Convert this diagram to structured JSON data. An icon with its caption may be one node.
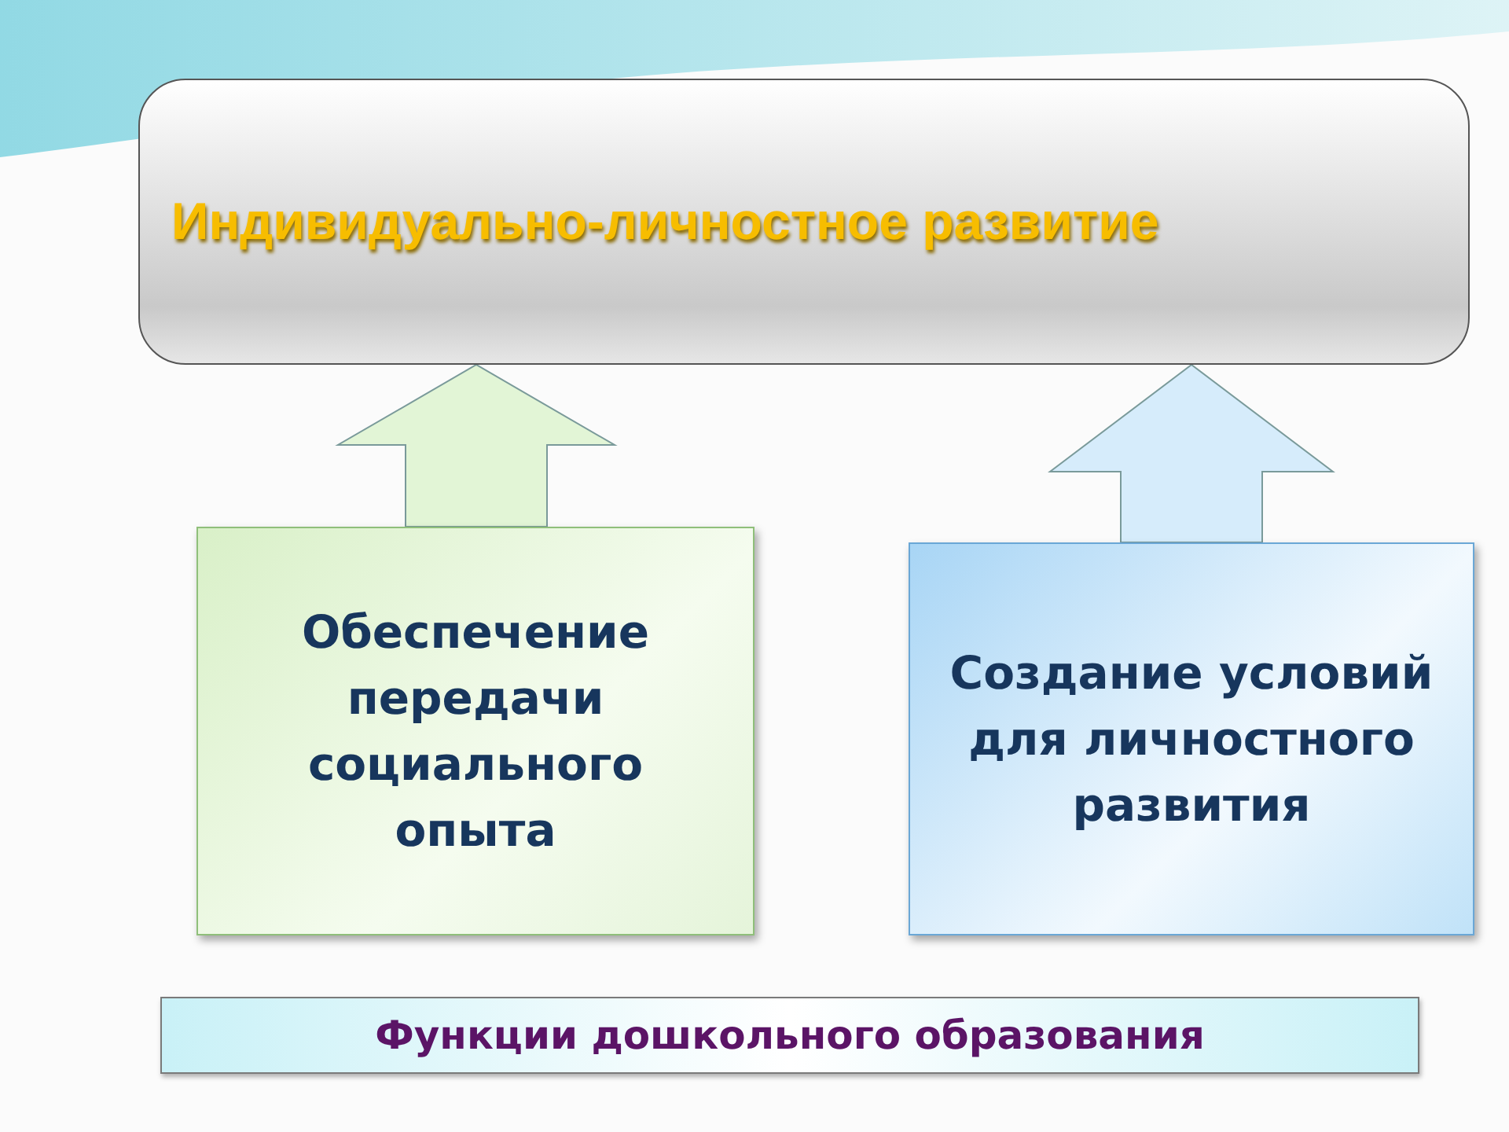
{
  "diagram": {
    "nodes": [
      {
        "text": [
          "Индивидуально-личностное развитие"
        ]
      },
      {
        "text": [
          "Обеспечение передачи социального опыта"
        ]
      },
      {
        "text": [
          "Создание условий для личностного развития"
        ]
      },
      {
        "text": [
          "Функции дошкольного образования"
        ]
      }
    ],
    "edges": [
      {
        "from": 1,
        "to": 0,
        "arrow": "to",
        "style": "thick",
        "color": "#e2f5d6"
      },
      {
        "from": 2,
        "to": 0,
        "arrow": "to",
        "style": "thick",
        "color": "#d6ecfb"
      }
    ]
  }
}
